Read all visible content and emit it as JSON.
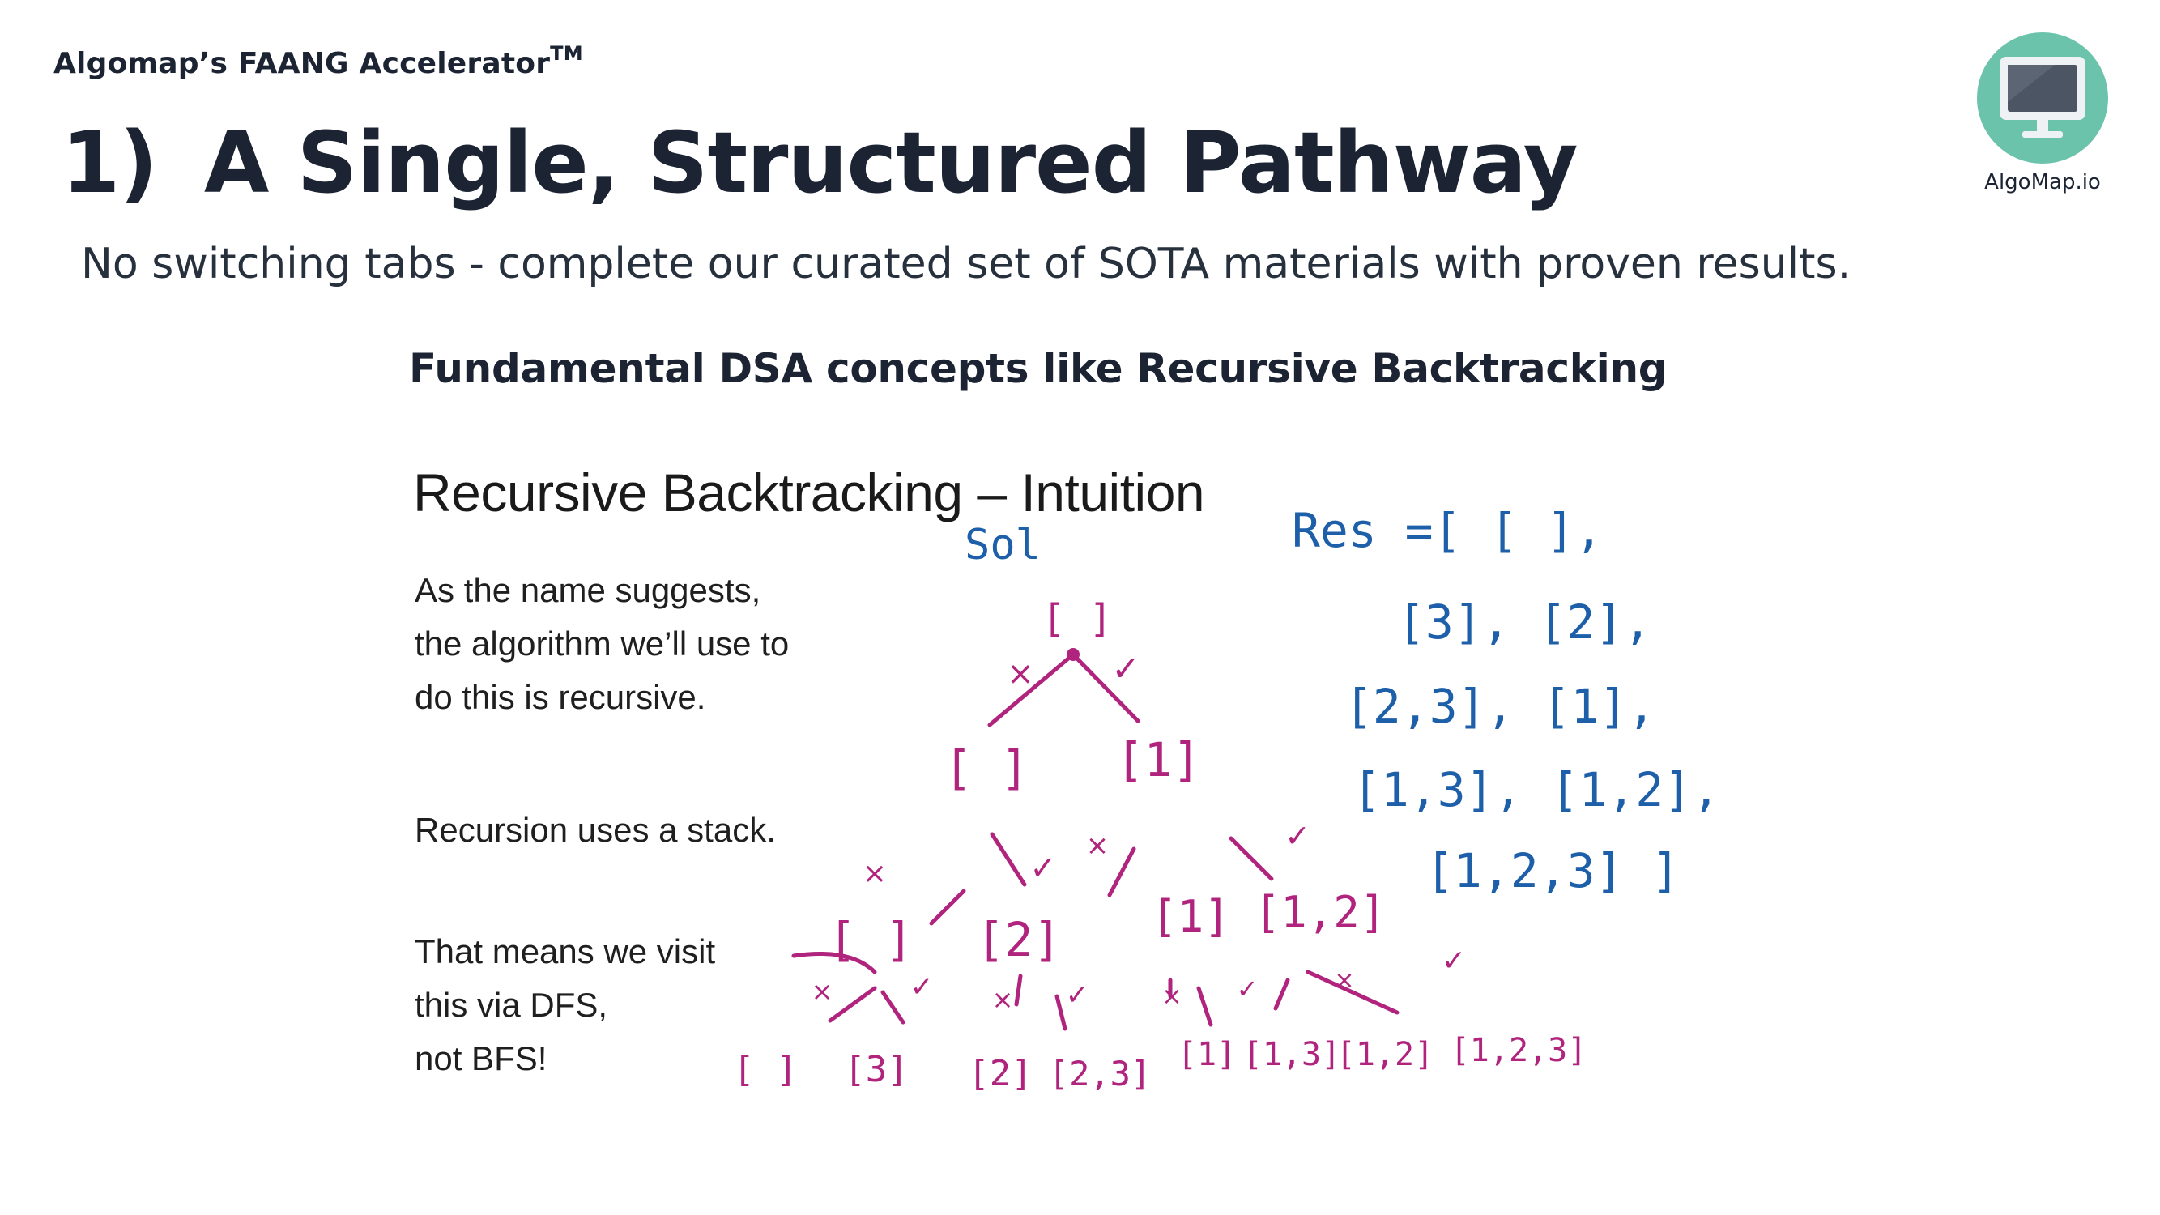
{
  "header": {
    "brand": "Algomap’s FAANG Accelerator",
    "brand_mark": "TM",
    "title_number": "1)",
    "title": "A Single, Structured Pathway",
    "subtitle": "No switching tabs - complete our curated set of SOTA materials with proven results."
  },
  "logo": {
    "icon": "monitor-icon",
    "label": "AlgoMap.io",
    "color": "#6cc3ac"
  },
  "section": {
    "heading": "Fundamental DSA concepts like Recursive Backtracking"
  },
  "slide": {
    "title": "Recursive Backtracking – Intuition",
    "paragraphs": [
      "As the name suggests,\nthe algorithm we’ll use to\ndo this is recursive.",
      "Recursion uses a stack.",
      "That means we visit\nthis via DFS,\nnot BFS!"
    ],
    "annotations": {
      "sol_label": "Sol",
      "res_lines": [
        "Res =[ [ ],",
        "[3], [2],",
        "[2,3], [1],",
        "[1,3], [1,2],",
        "[1,2,3] ]"
      ],
      "tree": {
        "root": "[ ]",
        "level1": [
          "[ ]",
          "[1]"
        ],
        "level2": [
          "[ ]",
          "[2]",
          "[1]",
          "[1,2]"
        ],
        "level3": [
          "[ ]",
          "[3]",
          "[2]",
          "[2,3]",
          "[1]",
          "[1,3]",
          "[1,2]",
          "[1,2,3]"
        ],
        "exclude_mark": "×",
        "include_mark": "✓"
      },
      "ink_colors": {
        "tree": "#b0247e",
        "result": "#1d5fa8"
      }
    }
  }
}
